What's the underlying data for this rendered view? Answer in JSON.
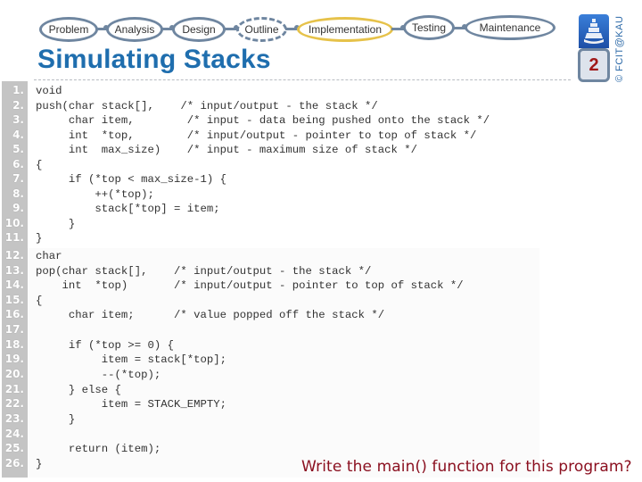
{
  "nav": {
    "steps": [
      {
        "label": "Problem",
        "state": "normal"
      },
      {
        "label": "Analysis",
        "state": "normal"
      },
      {
        "label": "Design",
        "state": "normal"
      },
      {
        "label": "Outline",
        "state": "dashed"
      },
      {
        "label": "Implementation",
        "state": "active"
      },
      {
        "label": "Testing",
        "state": "normal"
      },
      {
        "label": "Maintenance",
        "state": "normal"
      }
    ],
    "colors": {
      "border": "#6f86a0",
      "active": "#e6c24a"
    }
  },
  "slide": {
    "title": "Simulating Stacks",
    "page_number": "2",
    "copyright": "© FCIT@KAU",
    "logo_icon": "university-logo-icon"
  },
  "code": {
    "line_numbers": [
      "1.",
      "2.",
      "3.",
      "4.",
      "5.",
      "6.",
      "7.",
      "8.",
      "9.",
      "10.",
      "11.",
      "12.",
      "13.",
      "14.",
      "15.",
      "16.",
      "17.",
      "18.",
      "19.",
      "20.",
      "21.",
      "22.",
      "23.",
      "24.",
      "25.",
      "26."
    ],
    "lines": [
      "void",
      "push(char stack[],    /* input/output - the stack */",
      "     char item,        /* input - data being pushed onto the stack */",
      "     int  *top,        /* input/output - pointer to top of stack */",
      "     int  max_size)    /* input - maximum size of stack */",
      "{",
      "     if (*top < max_size-1) {",
      "         ++(*top);",
      "         stack[*top] = item;",
      "     }",
      "}",
      "char",
      "pop(char stack[],    /* input/output - the stack */",
      "    int  *top)       /* input/output - pointer to top of stack */",
      "{",
      "     char item;      /* value popped off the stack */",
      "",
      "     if (*top >= 0) {",
      "          item = stack[*top];",
      "          --(*top);",
      "     } else {",
      "          item = STACK_EMPTY;",
      "     }",
      "",
      "     return (item);",
      "}"
    ]
  },
  "question": "Write the main() function for this program?"
}
